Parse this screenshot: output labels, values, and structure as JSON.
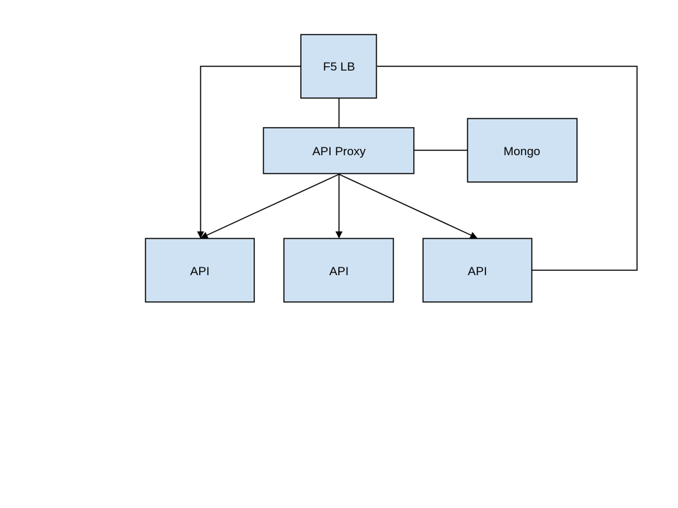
{
  "diagram": {
    "nodes": {
      "f5lb": {
        "label": "F5 LB"
      },
      "proxy": {
        "label": "API Proxy"
      },
      "mongo": {
        "label": "Mongo"
      },
      "api1": {
        "label": "API"
      },
      "api2": {
        "label": "API"
      },
      "api3": {
        "label": "API"
      }
    },
    "edges": [
      {
        "from": "F5 LB",
        "to": "API Proxy",
        "directed": false
      },
      {
        "from": "API Proxy",
        "to": "Mongo",
        "directed": false
      },
      {
        "from": "API Proxy",
        "to": "API",
        "target": "api1",
        "directed": true
      },
      {
        "from": "API Proxy",
        "to": "API",
        "target": "api2",
        "directed": true
      },
      {
        "from": "API Proxy",
        "to": "API",
        "target": "api3",
        "directed": true
      },
      {
        "from": "F5 LB",
        "to": "API",
        "target": "api1",
        "directed": true
      },
      {
        "from": "F5 LB",
        "to": "API",
        "target": "api3",
        "directed": false
      }
    ],
    "colors": {
      "node_fill": "#cfe2f3",
      "stroke": "#000000"
    }
  }
}
